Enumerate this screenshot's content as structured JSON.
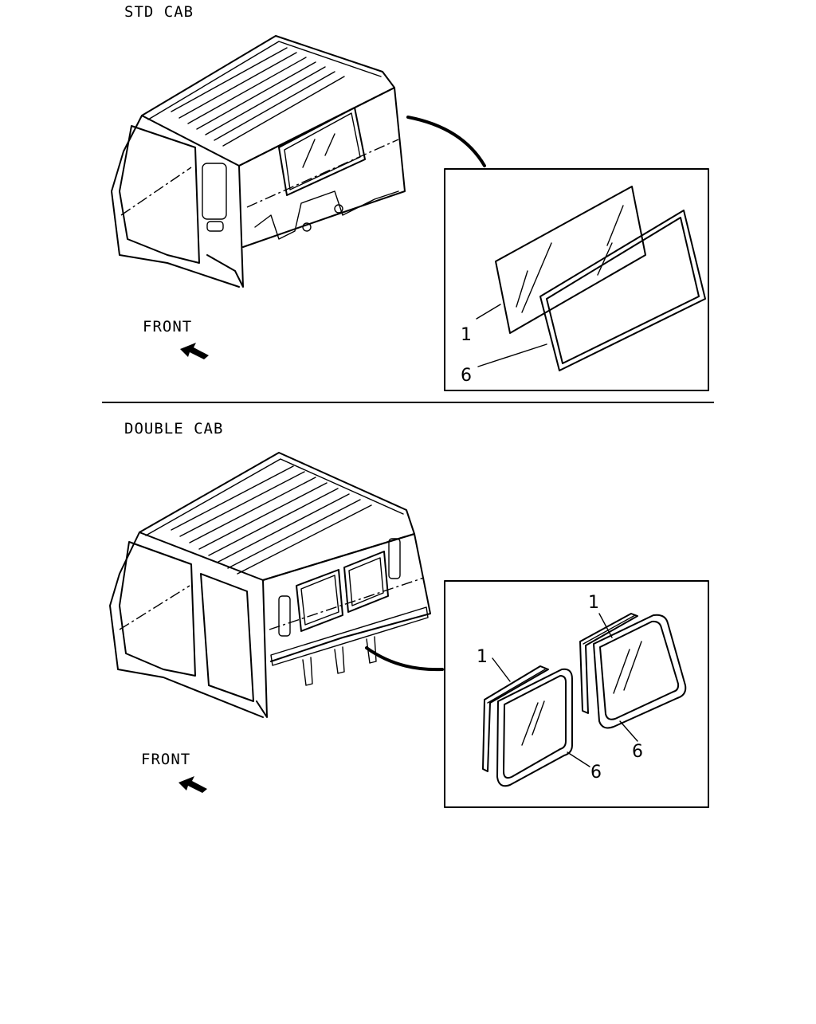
{
  "sections": [
    {
      "title": "STD CAB",
      "front_label": "FRONT",
      "callouts": [
        {
          "number": "1",
          "part": "glass"
        },
        {
          "number": "6",
          "part": "weatherstrip"
        }
      ]
    },
    {
      "title": "DOUBLE CAB",
      "front_label": "FRONT",
      "callouts": [
        {
          "number": "1",
          "part": "glass"
        },
        {
          "number": "1",
          "part": "glass"
        },
        {
          "number": "6",
          "part": "weatherstrip"
        },
        {
          "number": "6",
          "part": "weatherstrip"
        }
      ]
    }
  ]
}
